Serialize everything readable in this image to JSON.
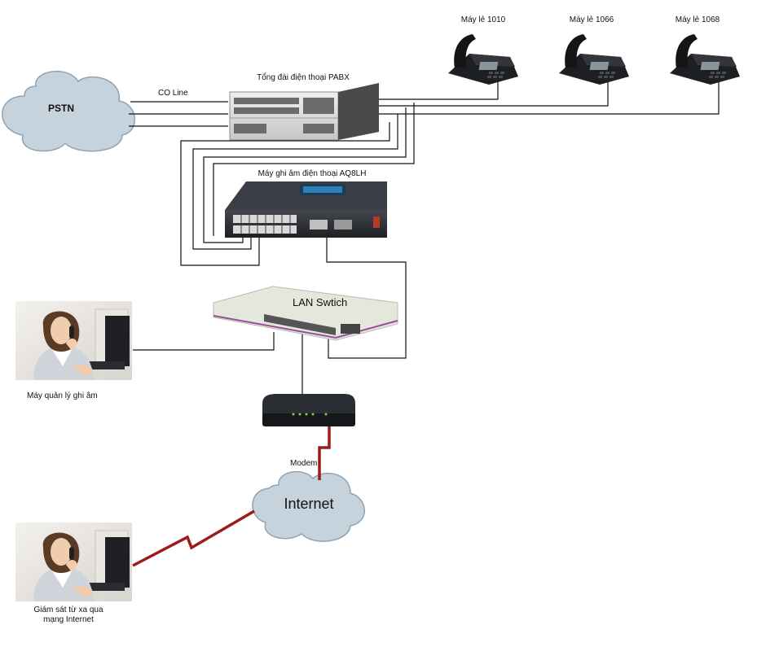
{
  "clouds": {
    "pstn": "PSTN",
    "internet": "Internet"
  },
  "labels": {
    "co_line": "CO Line",
    "pabx": "Tổng đài điện thoại PABX",
    "recorder": "Máy ghi âm điện thoại AQ8LH",
    "lan_switch": "LAN Swtich",
    "modem": "Modem",
    "manager_pc": "Máy quản lý ghi âm",
    "remote_line1": "Giám sát từ xa qua",
    "remote_line2": "mạng Internet"
  },
  "extensions": [
    {
      "label": "Máy lẻ 1010"
    },
    {
      "label": "Máy lẻ 1066"
    },
    {
      "label": "Máy lẻ 1068"
    }
  ],
  "colors": {
    "cloud_fill": "#c7d3dc",
    "cloud_stroke": "#8fa3b1",
    "wire": "#111111",
    "internet_link": "#9e1b1b",
    "device_dark": "#2a2d33",
    "pabx_body": "#d9d9d9",
    "switch_body": "#e4e7dc",
    "switch_stripe": "#9b4d9e"
  },
  "icons": {
    "phone": "desk-phone-icon",
    "person": "person-on-phone-icon"
  }
}
